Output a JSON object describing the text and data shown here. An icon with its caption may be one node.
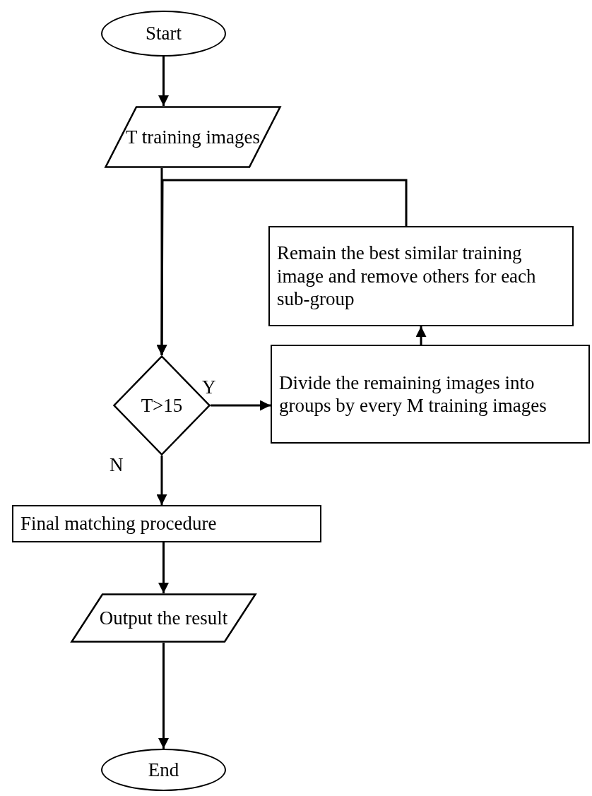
{
  "diagram": {
    "nodes": [
      {
        "text": [
          "Start"
        ]
      },
      {
        "text": [
          "T training images"
        ]
      },
      {
        "text": [
          "T>15"
        ]
      },
      {
        "text": [
          "Remain the best similar training image and remove others for each sub-group"
        ]
      },
      {
        "text": [
          "Divide the remaining images into groups by every M training images"
        ]
      },
      {
        "text": [
          "Final matching procedure"
        ]
      },
      {
        "text": [
          "Output the result"
        ]
      },
      {
        "text": [
          "End"
        ]
      }
    ],
    "edges": [
      {
        "from": 0,
        "to": 1,
        "arrow": "to"
      },
      {
        "from": 1,
        "to": 2,
        "arrow": "to"
      },
      {
        "from": 2,
        "to": 4,
        "arrow": "to",
        "label": "Y"
      },
      {
        "from": 4,
        "to": 3,
        "arrow": "to"
      },
      {
        "from": 3,
        "to": 2,
        "arrow": "to"
      },
      {
        "from": 2,
        "to": 5,
        "arrow": "to",
        "label": "N"
      },
      {
        "from": 5,
        "to": 6,
        "arrow": "to"
      },
      {
        "from": 6,
        "to": 7,
        "arrow": "to"
      }
    ]
  }
}
